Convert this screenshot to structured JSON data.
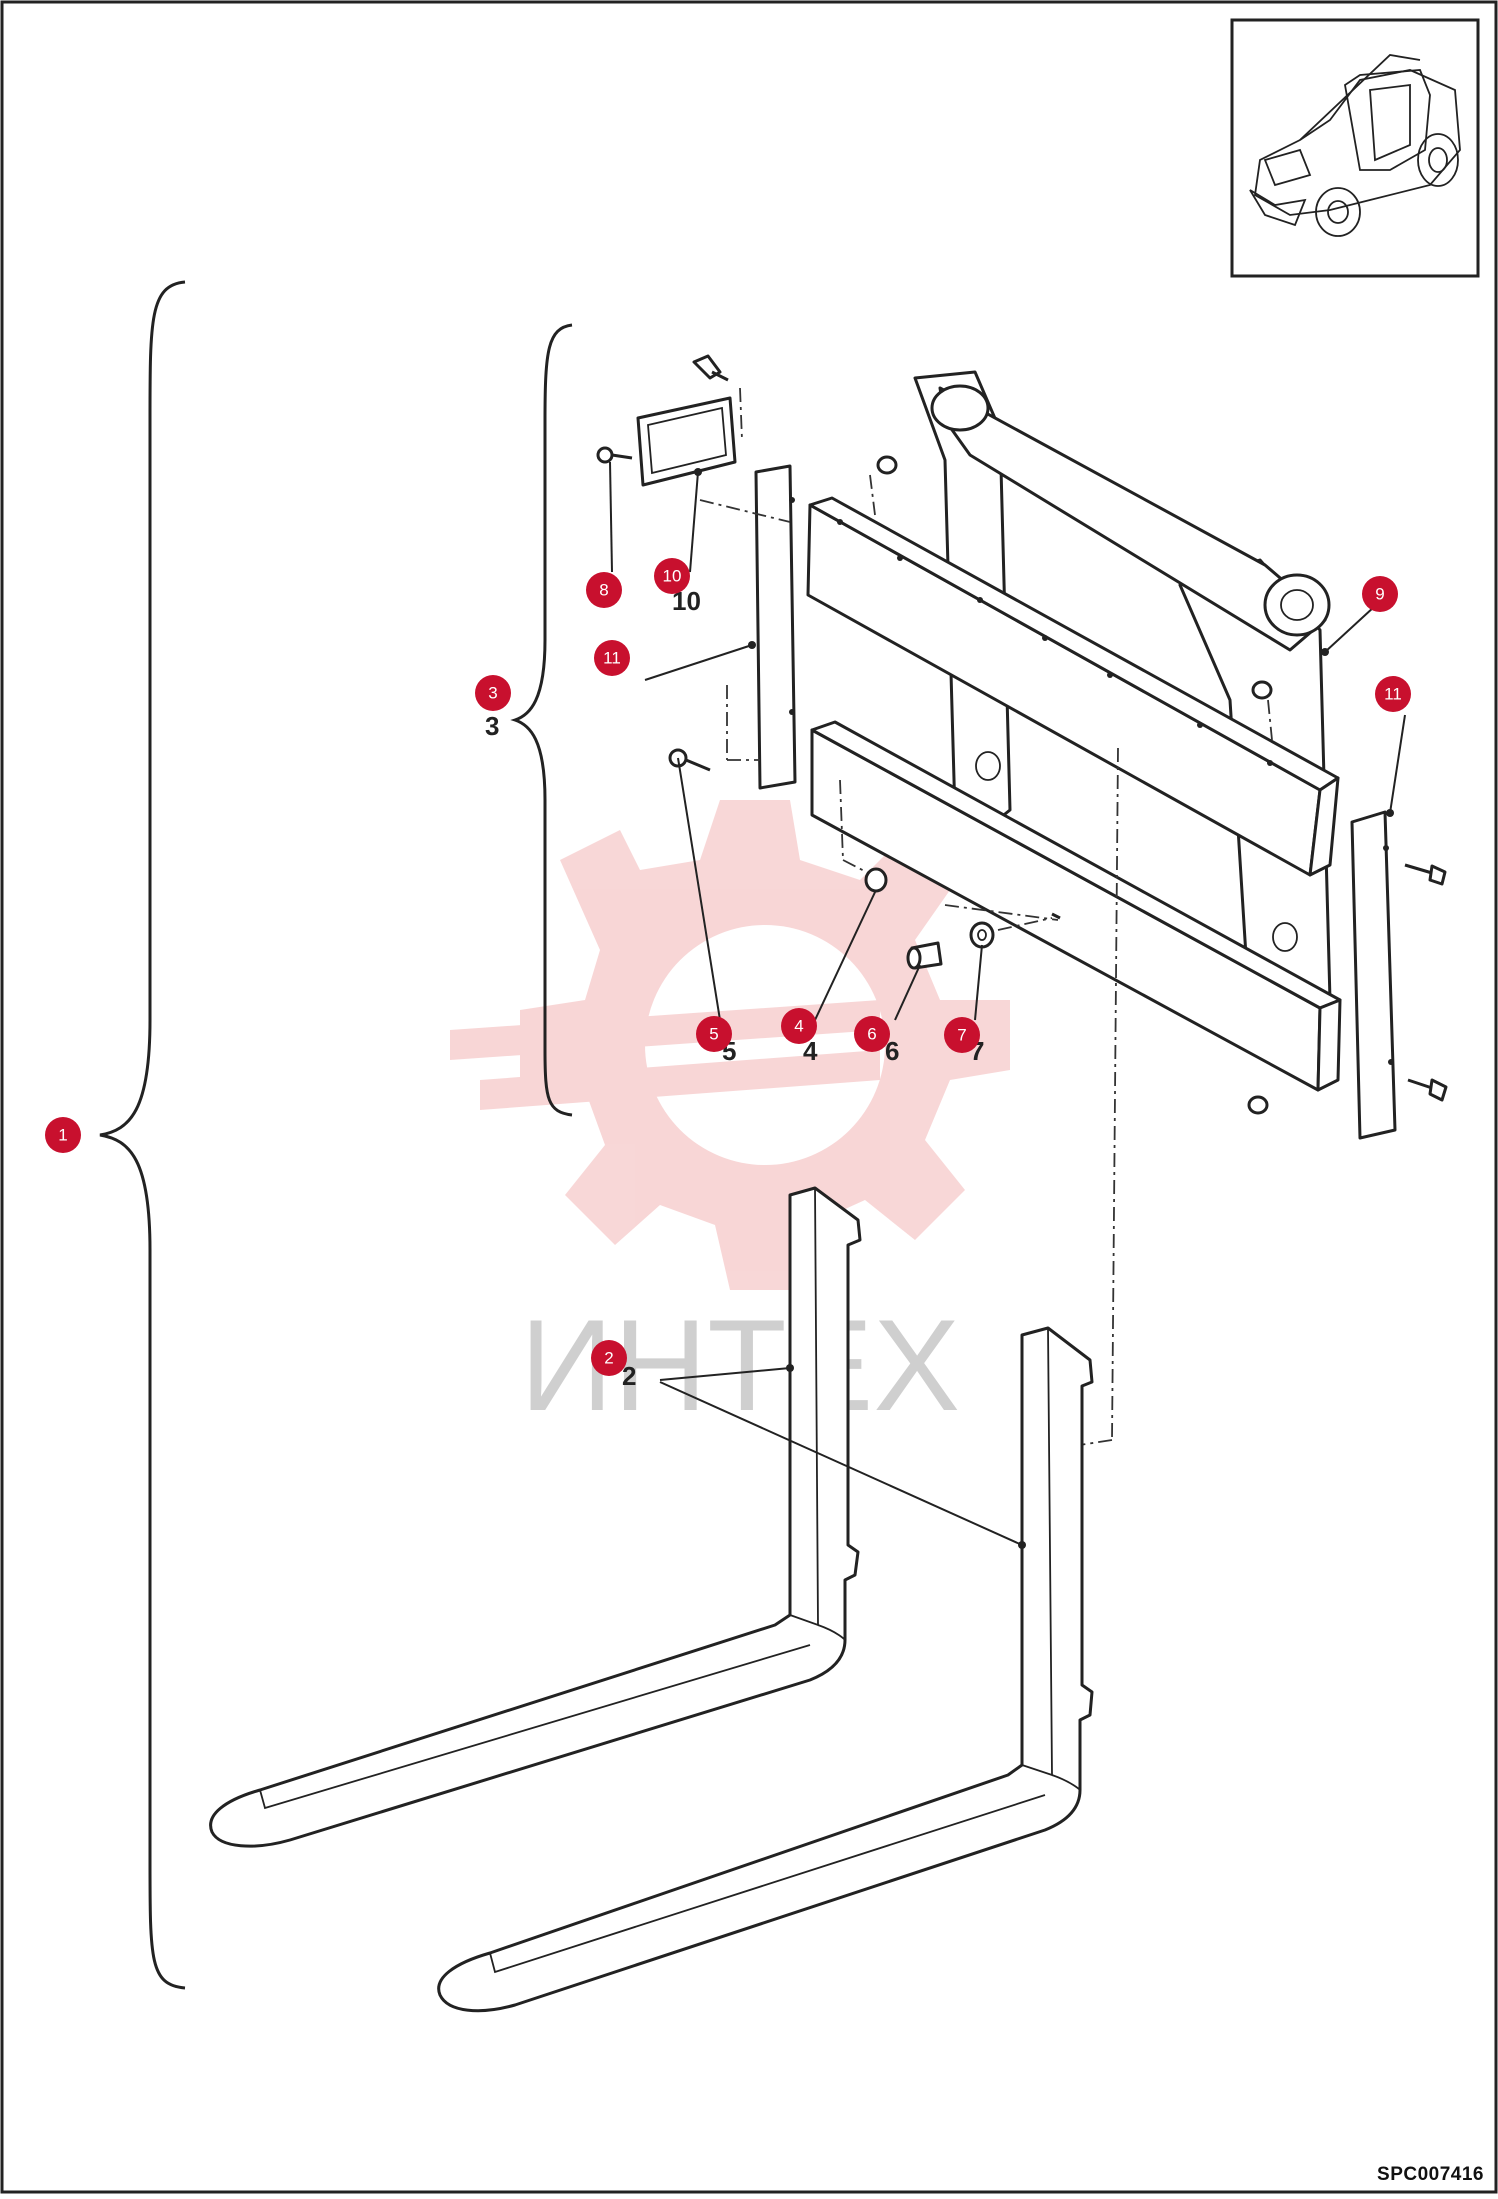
{
  "diagram": {
    "drawing_code": "SPC007416",
    "watermark": "ИНТЕХ",
    "callouts": [
      {
        "id": "1",
        "label": "1"
      },
      {
        "id": "2",
        "label": "2"
      },
      {
        "id": "3",
        "label": "3"
      },
      {
        "id": "4",
        "label": "4"
      },
      {
        "id": "5",
        "label": "5"
      },
      {
        "id": "6",
        "label": "6"
      },
      {
        "id": "7",
        "label": "7"
      },
      {
        "id": "8",
        "label": "8"
      },
      {
        "id": "9",
        "label": "9"
      },
      {
        "id": "10",
        "label": "10"
      },
      {
        "id": "11a",
        "label": "11"
      },
      {
        "id": "11b",
        "label": "11"
      }
    ],
    "part_numbers": {
      "p2": "2",
      "p3": "3",
      "p4": "4",
      "p5": "5",
      "p6": "6",
      "p7": "7",
      "p10": "10"
    },
    "thumbnail": "telehandler-icon",
    "colors": {
      "callout": "#c8102e",
      "watermark": "#f3b6b6",
      "line": "#222222"
    }
  }
}
